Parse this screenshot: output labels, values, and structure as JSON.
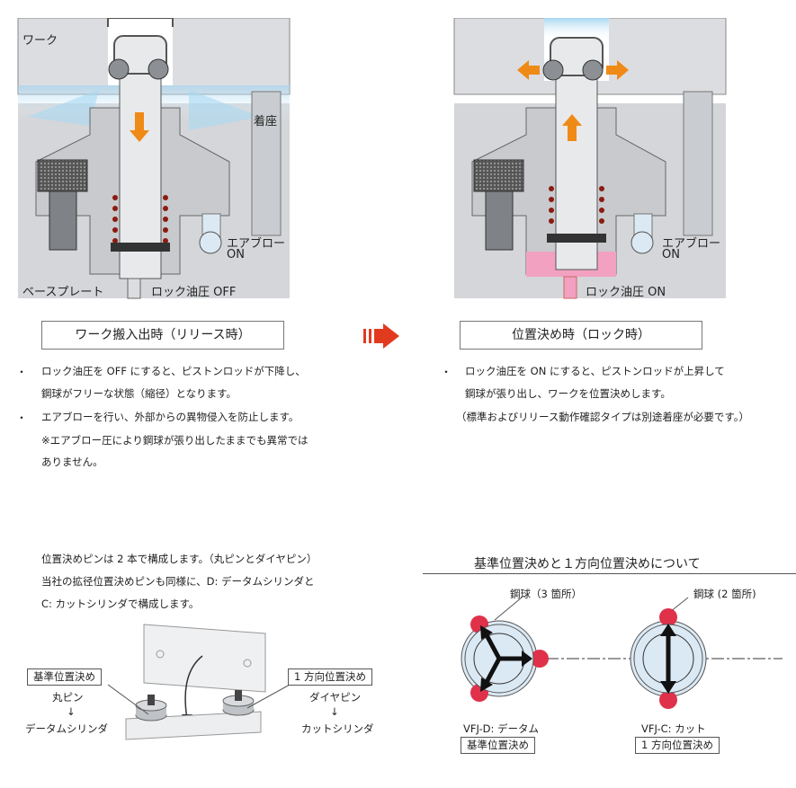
{
  "left_diagram": {
    "label_work": "ワーク",
    "label_seat": "着座",
    "label_air": "エアブロー",
    "label_air_on": "ON",
    "label_base": "ベースプレート",
    "label_pressure": "ロック油圧 OFF"
  },
  "right_diagram": {
    "label_air": "エアブロー",
    "label_air_on": "ON",
    "label_pressure": "ロック油圧 ON"
  },
  "release": {
    "title": "ワーク搬入出時（リリース時）",
    "lines": [
      "ロック油圧を OFF にすると、ピストンロッドが下降し、",
      "鋼球がフリーな状態（縮径）となります。",
      "エアブローを行い、外部からの異物侵入を防止します。",
      "※エアブロー圧により鋼球が張り出したままでも異常では",
      "ありません。"
    ]
  },
  "lock": {
    "title": "位置決め時（ロック時）",
    "lines": [
      "ロック油圧を ON にすると、ピストンロッドが上昇して",
      "鋼球が張り出し、ワークを位置決めします。",
      "（標準およびリリース動作確認タイプは別途着座が必要です。）"
    ]
  },
  "pins": {
    "lines": [
      "位置決めピンは 2 本で構成します。（丸ピンとダイヤピン）",
      "当社の拡径位置決めピンも同様に、D: データムシリンダと",
      "C: カットシリンダで構成します。"
    ],
    "left_box": "基準位置決め",
    "left_pin": "丸ピン",
    "left_arrow": "↓",
    "left_cyl": "データムシリンダ",
    "right_box": "1 方向位置決め",
    "right_pin": "ダイヤピン",
    "right_arrow": "↓",
    "right_cyl": "カットシリンダ"
  },
  "about": {
    "title": "基準位置決めと１方向位置決めについて",
    "left_balls": "鋼球（3 箇所）",
    "right_balls": "鋼球 (2 箇所)",
    "left_name": "VFJ-D: データム",
    "left_tag": "基準位置決め",
    "right_name": "VFJ-C: カット",
    "right_tag": "1 方向位置決め"
  },
  "colors": {
    "orange_arrow": "#f08a16",
    "red_arrow": "#e23a1e",
    "pink": "#f2a2c0",
    "blue_light": "#dbe9f4",
    "ball_red": "#e0314a"
  }
}
